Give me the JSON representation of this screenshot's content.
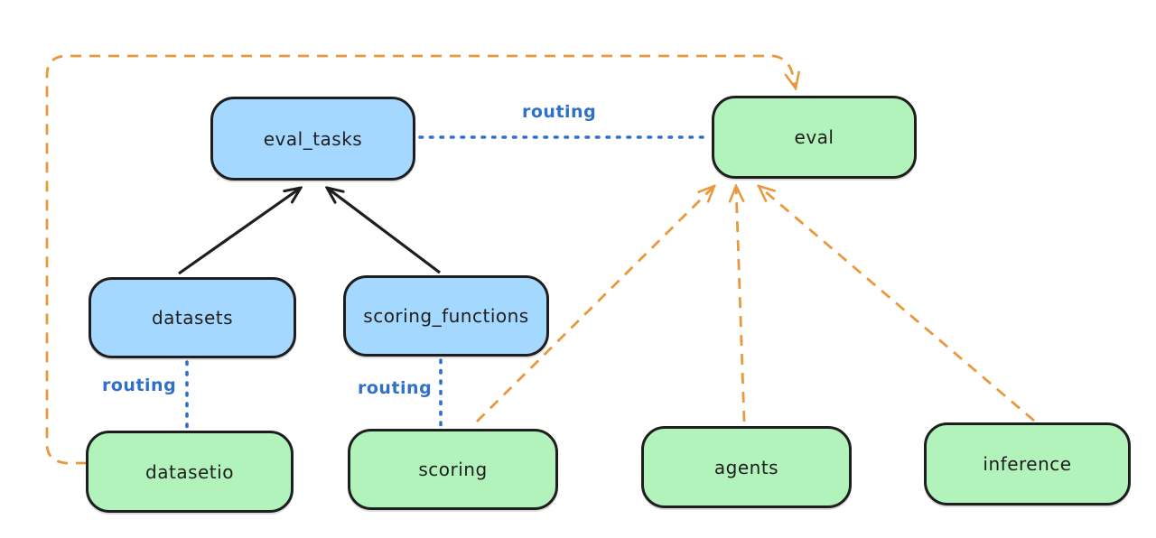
{
  "diagram": {
    "nodes": [
      {
        "id": "eval_tasks",
        "label": "eval_tasks",
        "fill": "#a5d8ff",
        "kind": "api"
      },
      {
        "id": "eval",
        "label": "eval",
        "fill": "#b2f2bb",
        "kind": "provider"
      },
      {
        "id": "datasets",
        "label": "datasets",
        "fill": "#a5d8ff",
        "kind": "api"
      },
      {
        "id": "scoring_functions",
        "label": "scoring_functions",
        "fill": "#a5d8ff",
        "kind": "api"
      },
      {
        "id": "datasetio",
        "label": "datasetio",
        "fill": "#b2f2bb",
        "kind": "provider"
      },
      {
        "id": "scoring",
        "label": "scoring",
        "fill": "#b2f2bb",
        "kind": "provider"
      },
      {
        "id": "agents",
        "label": "agents",
        "fill": "#b2f2bb",
        "kind": "provider"
      },
      {
        "id": "inference",
        "label": "inference",
        "fill": "#b2f2bb",
        "kind": "provider"
      }
    ],
    "edges": [
      {
        "from": "datasets",
        "to": "eval_tasks",
        "style": "solid-arrow",
        "color": "#1e1e1e",
        "label": ""
      },
      {
        "from": "scoring_functions",
        "to": "eval_tasks",
        "style": "solid-arrow",
        "color": "#1e1e1e",
        "label": ""
      },
      {
        "from": "eval_tasks",
        "to": "eval",
        "style": "dotted",
        "color": "#3170c8",
        "label": "routing"
      },
      {
        "from": "datasets",
        "to": "datasetio",
        "style": "dotted",
        "color": "#3170c8",
        "label": "routing"
      },
      {
        "from": "scoring_functions",
        "to": "scoring",
        "style": "dotted",
        "color": "#3170c8",
        "label": "routing"
      },
      {
        "from": "scoring",
        "to": "eval",
        "style": "dashed-arrow",
        "color": "#e9993d",
        "label": ""
      },
      {
        "from": "agents",
        "to": "eval",
        "style": "dashed-arrow",
        "color": "#e9993d",
        "label": ""
      },
      {
        "from": "inference",
        "to": "eval",
        "style": "dashed-arrow",
        "color": "#e9993d",
        "label": ""
      },
      {
        "from": "datasetio",
        "to": "eval",
        "style": "dashed-arrow",
        "color": "#e9993d",
        "label": "",
        "route": "around-left-top"
      }
    ],
    "colors": {
      "api_fill": "#a5d8ff",
      "provider_fill": "#b2f2bb",
      "stroke": "#1e1e1e",
      "routing_blue": "#3170c8",
      "orange": "#e9993d",
      "background": "#ffffff"
    }
  }
}
